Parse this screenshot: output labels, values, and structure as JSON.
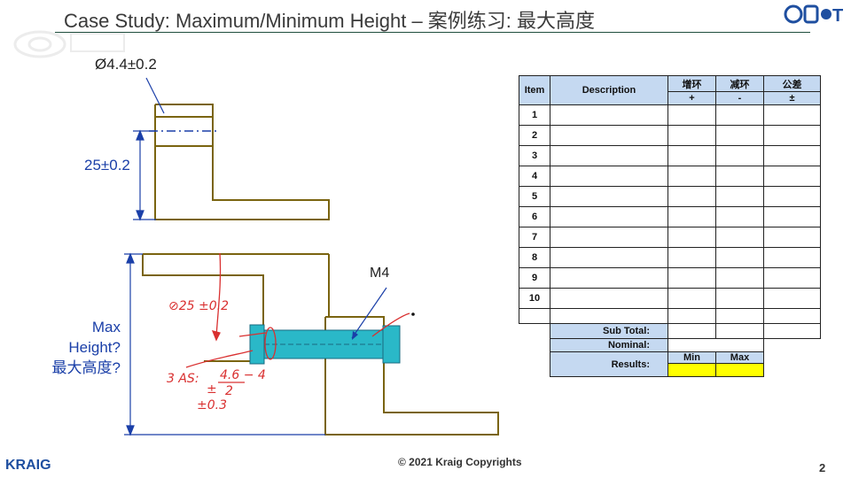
{
  "slide": {
    "title": "Case Study: Maximum/Minimum Height – 案例练习: 最大高度",
    "footer": "© 2021 Kraig Copyrights",
    "page_number": "2"
  },
  "logos": {
    "top_right": "GD&T",
    "bottom_left": "KRAIG"
  },
  "drawing": {
    "hole_dim": "Ø4.4±0.2",
    "height_dim": "25±0.2",
    "max_height_label": [
      "Max",
      "Height?",
      "最大高度?"
    ],
    "thread_label": "M4",
    "handwriting": {
      "note1": "⊘25 ±0.2",
      "note2": "3 AS:",
      "note3": "4.6 − 4",
      "note4": "2",
      "note5": "±",
      "note6": "±0.3"
    }
  },
  "table": {
    "header": {
      "item": "Item",
      "description": "Description",
      "col_inc": "增环",
      "col_dec": "减环",
      "col_tol": "公差",
      "sign_inc": "+",
      "sign_dec": "-",
      "sign_tol": "±"
    },
    "rows": [
      "1",
      "2",
      "3",
      "4",
      "5",
      "6",
      "7",
      "8",
      "9",
      "10"
    ],
    "subtotal_label": "Sub Total:",
    "nominal_label": "Nominal:",
    "results_label": "Results:",
    "min_label": "Min",
    "max_label": "Max"
  },
  "colors": {
    "part_outline": "#7a6410",
    "dimension_blue": "#1a3fa8",
    "bolt_cyan": "#2ab8c8",
    "handwriting_red": "#d93030",
    "table_header": "#c5d9f1",
    "result_yellow": "#ffff00"
  }
}
